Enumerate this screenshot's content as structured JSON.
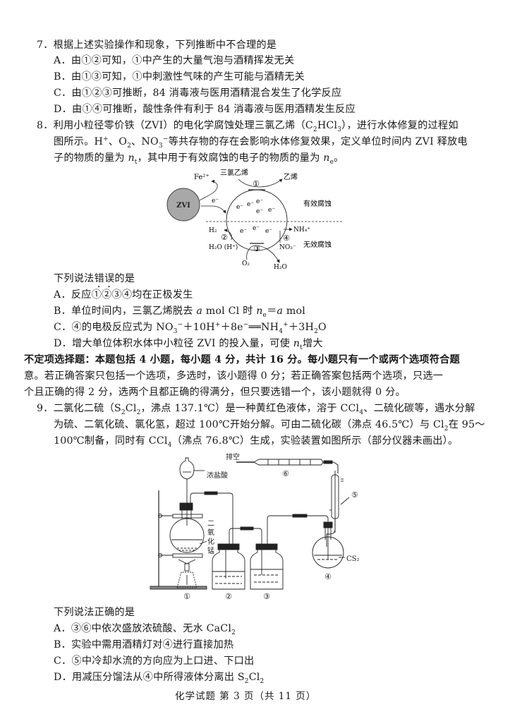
{
  "q7": {
    "stem": "7．根据上述实验操作和现象，下列推断中不合理的是",
    "options": [
      "A．由①②可知，①中产生的大量气泡与酒精挥发无关",
      "B．由①③可知，①中刺激性气味的产生可能与酒精无关",
      "C．由①②③可推断，84 消毒液与医用酒精混合发生了化学反应",
      "D．由①④可推断，酸性条件有利于 84 消毒液与医用酒精发生反应"
    ]
  },
  "q8": {
    "stem_line1_a": "8．利用小粒径零价铁（ZVI）的电化学腐蚀处理三氯乙烯（C",
    "stem_line1_b": "HCl",
    "stem_line1_c": "），进行水体修复的过程如",
    "stem_line2_a": "图所示。H",
    "stem_line2_b": "、O",
    "stem_line2_c": "、NO",
    "stem_line2_d": "等共存物的存在会影响水体修复效果，定义单位时间内 ZVI 释放电",
    "stem_line3_a": "子的物质的量为 ",
    "stem_line3_b": "，其中用于有效腐蚀的电子的物质的量为 ",
    "stem_line3_c": "。",
    "n_t": "n",
    "n_t_sub": "t",
    "n_e": "n",
    "n_e_sub": "e",
    "sub2": "2",
    "sub3": "3",
    "sup_plus": "+",
    "sup_minus": "−",
    "diagram": {
      "zvi": "ZVI",
      "fe_ion": "Fe²⁺",
      "trichloroethylene": "三氯乙烯",
      "ethylene": "乙烯",
      "effective": "有效腐蚀",
      "ineffective": "无效腐蚀",
      "electron": "e⁻",
      "h2": "H₂",
      "h2o_h": "H₂O (H⁺)",
      "nh4": "NH₄⁺",
      "no3": "NO₃⁻",
      "o2": "O₂",
      "h2o": "H₂O",
      "c1": "①",
      "c2": "②",
      "c3": "③",
      "c4": "④"
    },
    "question": "下列说法",
    "question_emph": "错误",
    "question_end": "的是",
    "options": {
      "A": "A．反应①②③④均在正极发生",
      "B_a": "B．单位时间内，三氯乙烯脱去 ",
      "B_b": "a",
      "B_c": " mol Cl 时 ",
      "B_d": "n",
      "B_e": "e",
      "B_f": "＝",
      "B_g": "a",
      "B_h": " mol",
      "C_a": "C．④的电极反应式为 NO",
      "C_b": "＋10H",
      "C_c": "＋8e",
      "C_d": "══NH",
      "C_e": "＋3H",
      "C_f": "O",
      "D_a": "D．增大单位体积水体中小粒径 ZVI 的投入量，可使 ",
      "D_b": "n",
      "D_c": "t",
      "D_d": "增大"
    }
  },
  "section": {
    "line1": "不定项选择题：本题包括 4 小题，每小题 4 分，共计 16 分。每小题只有一个或两个选项符合题",
    "line2": "意。若正确答案只包括一个选项，多选时，该小题得 0 分；若正确答案包括两个选项，只选一",
    "line3": "个且正确的得 2 分，选两个且都正确的得满分，但只要选错一个，该小题就得 0 分。"
  },
  "q9": {
    "l1_a": "9．二氯化二硫（S",
    "l1_b": "Cl",
    "l1_c": "，沸点 137.1℃）是一种黄红色液体，溶于 CCl",
    "l1_d": "、二硫化碳等，遇水分解",
    "l2_a": "为硫、二氧化硫、氯化氢，超过 100℃开始分解。可由二硫化碳（沸点 46.5℃）与 Cl",
    "l2_b": "在 95～",
    "l3_a": "100℃制备，同时有 CCl",
    "l3_b": "（沸点 76.8℃）生成，实验装置如图所示（部分仪器未画出）。",
    "sub2": "2",
    "sub4": "4",
    "diagram": {
      "exhaust": "排空",
      "conc_hcl": "浓盐酸",
      "mno2": [
        "二",
        "氧",
        "化",
        "锰"
      ],
      "cs2": "CS₂",
      "labels": [
        "①",
        "②",
        "③",
        "④",
        "⑤",
        "⑥"
      ]
    },
    "question": "下列说法正确的是",
    "options": {
      "A_a": "A．③⑥中依次盛放浓硫酸、无水 CaCl",
      "B": "B．实验中需用酒精灯对④进行直接加热",
      "C": "C．⑤中冷却水流的方向应为上口进、下口出",
      "D_a": "D．用减压分馏法从④中所得液体分离出 S",
      "D_b": "Cl"
    }
  },
  "footer": "化学试题  第 3 页（共 11 页）"
}
